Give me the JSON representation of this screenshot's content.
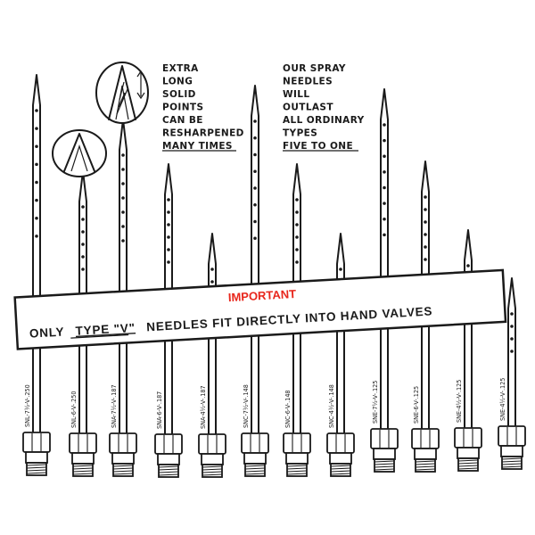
{
  "callout_left": [
    "EXTRA",
    "LONG",
    "SOLID",
    "POINTS",
    "CAN BE",
    "RESHARPENED",
    "MANY TIMES"
  ],
  "callout_right": [
    "OUR SPRAY",
    "NEEDLES",
    "WILL",
    "OUTLAST",
    "ALL ORDINARY",
    "TYPES",
    "FIVE TO ONE"
  ],
  "banner": {
    "title": "IMPORTANT",
    "title_color": "#e8261c",
    "line": [
      "ONLY",
      "TYPE \"V\"",
      "NEEDLES FIT DIRECTLY INTO HAND VALVES"
    ]
  },
  "needles": [
    {
      "model": "SNL-7½-V-.250"
    },
    {
      "model": "SNL-6-V-.250"
    },
    {
      "model": "SNA-7½-V-.187"
    },
    {
      "model": "SNA-6-V-.187"
    },
    {
      "model": "SNA-4½-V-.187"
    },
    {
      "model": "SNC-7½-V-.148"
    },
    {
      "model": "SNC-6-V-.148"
    },
    {
      "model": "SNC-4½-V-.148"
    },
    {
      "model": "SNE-7½-V-.125"
    },
    {
      "model": "SNE-6-V-.125"
    },
    {
      "model": "SNE-4½-V-.125"
    },
    {
      "model": "SNE-4½-V-.125"
    }
  ]
}
